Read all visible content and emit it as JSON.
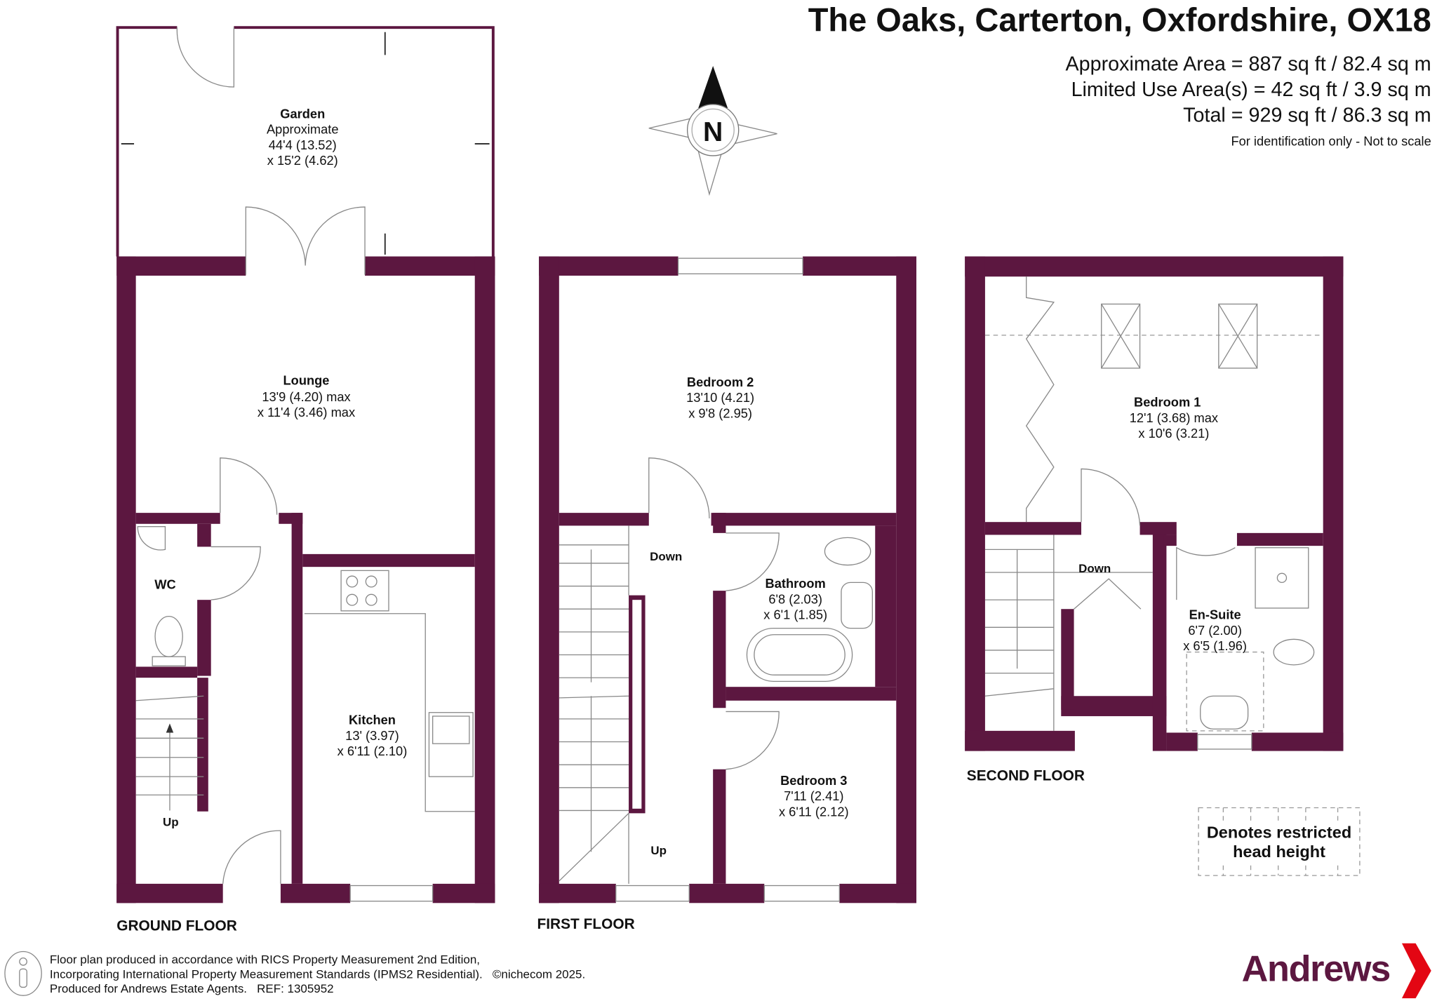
{
  "header": {
    "title": "The Oaks, Carterton, Oxfordshire, OX18",
    "approx_area": "Approximate Area = 887 sq ft / 82.4 sq m",
    "limited_use": "Limited Use Area(s) = 42 sq ft / 3.9 sq m",
    "total": "Total = 929 sq ft / 86.3 sq m",
    "disclaimer": "For identification only - Not to scale"
  },
  "compass": {
    "letter": "N"
  },
  "ground_floor": {
    "label": "GROUND FLOOR",
    "garden": {
      "name": "Garden",
      "l1": "Approximate",
      "l2": "44'4 (13.52)",
      "l3": "x 15'2 (4.62)"
    },
    "lounge": {
      "name": "Lounge",
      "l1": "13'9 (4.20) max",
      "l2": "x 11'4 (3.46) max"
    },
    "kitchen": {
      "name": "Kitchen",
      "l1": "13' (3.97)",
      "l2": "x 6'11 (2.10)"
    },
    "wc": {
      "name": "WC"
    },
    "stairs": "Up"
  },
  "first_floor": {
    "label": "FIRST FLOOR",
    "bedroom2": {
      "name": "Bedroom 2",
      "l1": "13'10 (4.21)",
      "l2": "x 9'8 (2.95)"
    },
    "bathroom": {
      "name": "Bathroom",
      "l1": "6'8 (2.03)",
      "l2": "x 6'1 (1.85)"
    },
    "bedroom3": {
      "name": "Bedroom 3",
      "l1": "7'11 (2.41)",
      "l2": "x 6'11 (2.12)"
    },
    "down": "Down",
    "up": "Up"
  },
  "second_floor": {
    "label": "SECOND FLOOR",
    "bedroom1": {
      "name": "Bedroom 1",
      "l1": "12'1 (3.68) max",
      "l2": "x 10'6 (3.21)"
    },
    "ensuite": {
      "name": "En-Suite",
      "l1": "6'7 (2.00)",
      "l2": "x 6'5 (1.96)"
    },
    "down": "Down"
  },
  "legend": {
    "l1": "Denotes restricted",
    "l2": "head height"
  },
  "footer": {
    "l1": "Floor plan produced in accordance with RICS Property Measurement 2nd Edition,",
    "l2": "Incorporating International Property Measurement Standards (IPMS2 Residential).   ©nichecom 2025.",
    "l3": "Produced for Andrews Estate Agents.   REF: 1305952"
  },
  "brand": {
    "name": "Andrews",
    "color": "#5c1740",
    "accent": "#e30613"
  }
}
